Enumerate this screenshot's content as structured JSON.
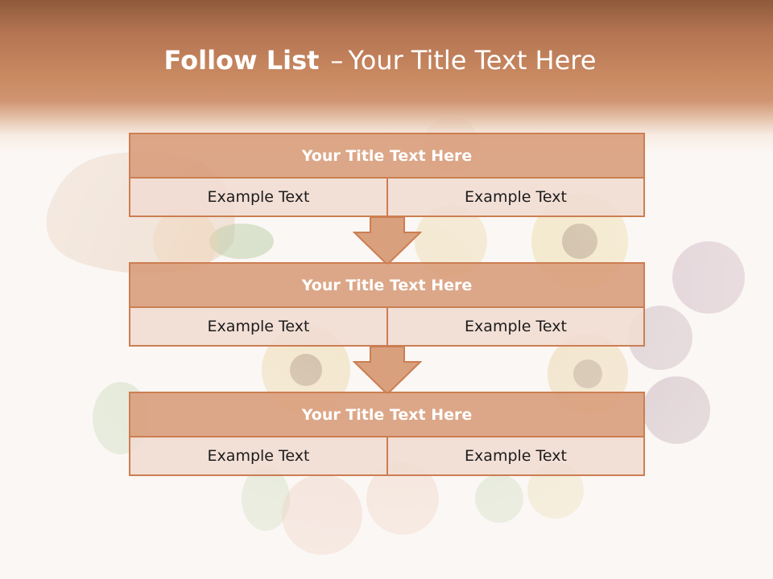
{
  "slide": {
    "title_bold": "Follow List",
    "title_separator": "–",
    "title_rest": "Your Title Text Here"
  },
  "theme": {
    "header_color": "#c98961",
    "block_border": "#cc7e52",
    "block_title_fill": "#d9a07e",
    "cell_fill": "#f0dcd2"
  },
  "steps": [
    {
      "title": "Your Title Text Here",
      "left": "Example Text",
      "right": "Example Text"
    },
    {
      "title": "Your Title Text Here",
      "left": "Example Text",
      "right": "Example Text"
    },
    {
      "title": "Your Title Text Here",
      "left": "Example Text",
      "right": "Example Text"
    }
  ]
}
